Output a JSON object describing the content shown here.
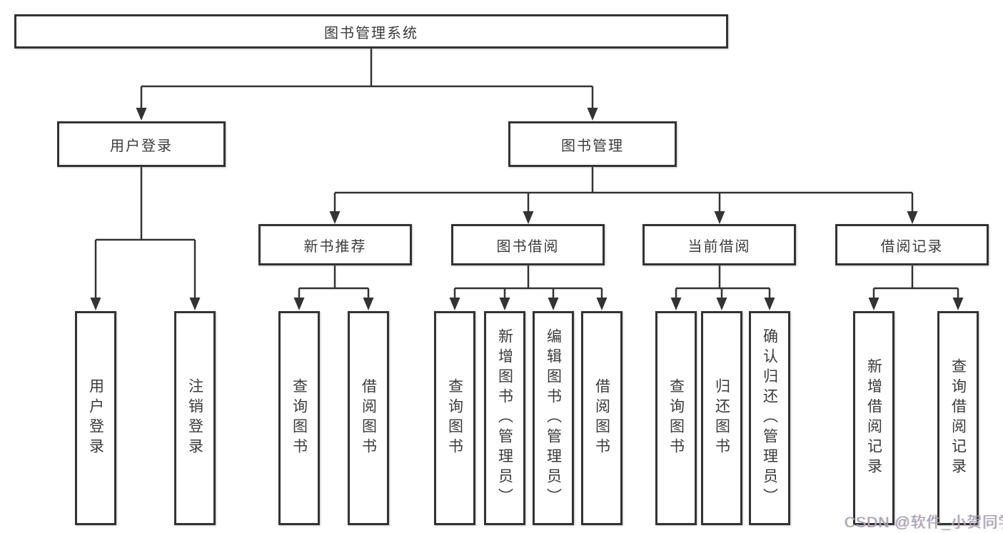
{
  "colors": {
    "line": "#333333",
    "text": "#3b3b3b",
    "box_background": "#ffffff",
    "watermark": "#a6a6ad"
  },
  "watermark": "CSDN @软件_小贺同学",
  "nodes": {
    "root": {
      "label": "图书管理系统"
    },
    "user_login": {
      "label": "用户登录"
    },
    "book_management": {
      "label": "图书管理"
    },
    "new_book_recommend": {
      "label": "新书推荐"
    },
    "book_borrowing": {
      "label": "图书借阅"
    },
    "current_borrowing": {
      "label": "当前借阅"
    },
    "borrowing_records": {
      "label": "借阅记录"
    },
    "leaf_user_login": {
      "label": "用户登录"
    },
    "leaf_logout": {
      "label": "注销登录"
    },
    "leaf_rec_query_books": {
      "label": "查询图书"
    },
    "leaf_rec_borrow_books": {
      "label": "借阅图书"
    },
    "leaf_bor_query_books": {
      "label": "查询图书"
    },
    "leaf_bor_add_books": {
      "label": "新增图书（管理员）"
    },
    "leaf_bor_edit_books": {
      "label": "编辑图书（管理员）"
    },
    "leaf_bor_borrow_books": {
      "label": "借阅图书"
    },
    "leaf_cur_query_books": {
      "label": "查询图书"
    },
    "leaf_cur_return_books": {
      "label": "归还图书"
    },
    "leaf_cur_confirm_return": {
      "label": "确认归还（管理员）"
    },
    "leaf_brec_add_record": {
      "label": "新增借阅记录"
    },
    "leaf_brec_query_record": {
      "label": "查询借阅记录"
    }
  },
  "hierarchy": {
    "图书管理系统": [
      "用户登录",
      "图书管理"
    ],
    "用户登录": [
      "用户登录",
      "注销登录"
    ],
    "图书管理": [
      "新书推荐",
      "图书借阅",
      "当前借阅",
      "借阅记录"
    ],
    "新书推荐": [
      "查询图书",
      "借阅图书"
    ],
    "图书借阅": [
      "查询图书",
      "新增图书（管理员）",
      "编辑图书（管理员）",
      "借阅图书"
    ],
    "当前借阅": [
      "查询图书",
      "归还图书",
      "确认归还（管理员）"
    ],
    "借阅记录": [
      "新增借阅记录",
      "查询借阅记录"
    ]
  }
}
